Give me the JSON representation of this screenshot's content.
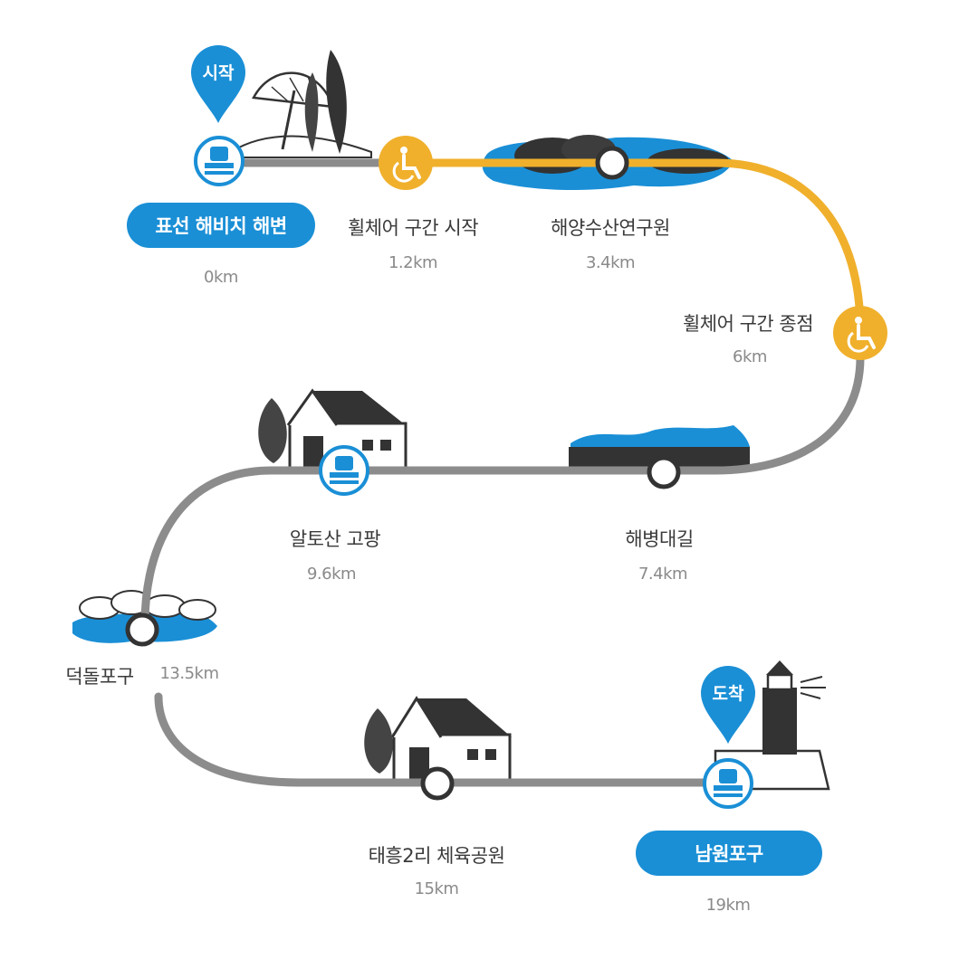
{
  "colors": {
    "blue": "#1a8fd6",
    "orange": "#f0b02c",
    "gray": "#8c8c8c",
    "dark": "#3a3a3a"
  },
  "markers": {
    "start": "시작",
    "end": "도착"
  },
  "stops": [
    {
      "name": "표선 해비치 해변",
      "dist": "0km",
      "kind": "start",
      "icon": "bus-stop-icon"
    },
    {
      "name": "휠체어 구간 시작",
      "dist": "1.2km",
      "kind": "wheelchair",
      "icon": "wheelchair-icon"
    },
    {
      "name": "해양수산연구원",
      "dist": "3.4km",
      "kind": "point",
      "icon": "tidal-pool-icon"
    },
    {
      "name": "휠체어 구간 종점",
      "dist": "6km",
      "kind": "wheelchair",
      "icon": "wheelchair-icon"
    },
    {
      "name": "해병대길",
      "dist": "7.4km",
      "kind": "point",
      "icon": "seawall-icon"
    },
    {
      "name": "알토산 고팡",
      "dist": "9.6km",
      "kind": "stop",
      "icon": "bus-stop-icon"
    },
    {
      "name": "덕돌포구",
      "dist": "13.5km",
      "kind": "point",
      "icon": "rocks-icon"
    },
    {
      "name": "태흥2리 체육공원",
      "dist": "15km",
      "kind": "point",
      "icon": "house-icon"
    },
    {
      "name": "남원포구",
      "dist": "19km",
      "kind": "end",
      "icon": "bus-stop-icon"
    }
  ]
}
